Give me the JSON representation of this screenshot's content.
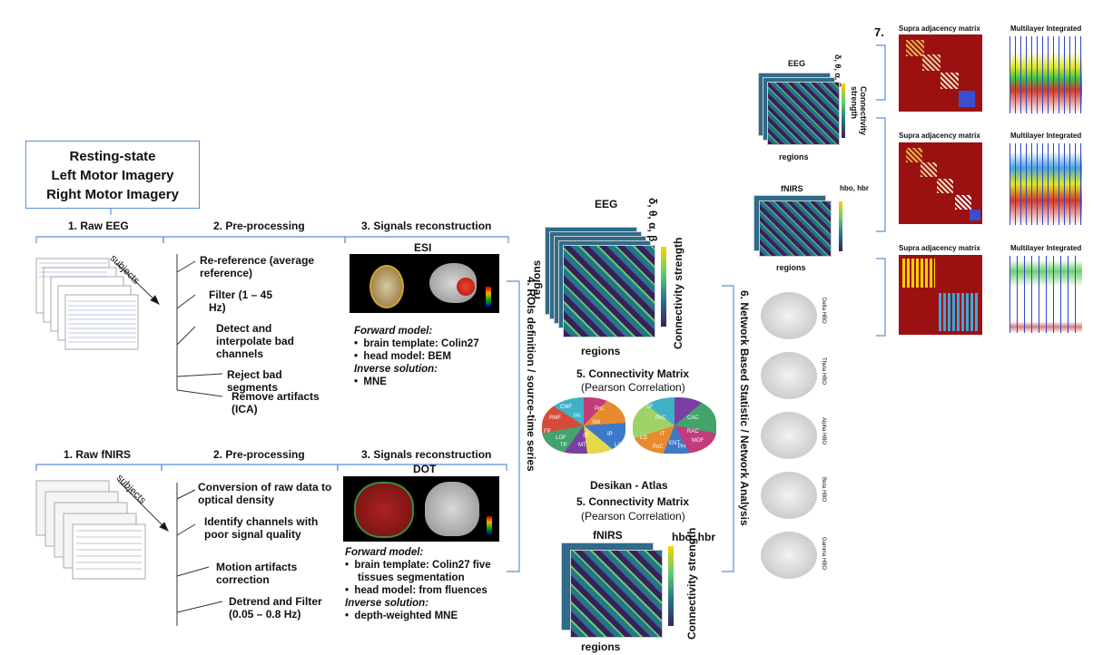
{
  "conditions": [
    "Resting-state",
    "Left Motor Imagery",
    "Right Motor Imagery"
  ],
  "eeg": {
    "raw_title": "1. Raw EEG",
    "subjects_label": "subjects",
    "pre_title": "2. Pre-processing",
    "pre_steps": [
      "Re-reference (average reference)",
      "Filter (1 – 45 Hz)",
      "Detect and interpolate bad channels",
      "Reject bad segments",
      "Remove artifacts (ICA)"
    ],
    "recon_title": "3. Signals reconstruction",
    "recon_method": "ESI",
    "forward_heading": "Forward model:",
    "forward_items": [
      "brain template: Colin27",
      "head model: BEM"
    ],
    "inverse_heading": "Inverse solution:",
    "inverse_items": [
      "MNE"
    ]
  },
  "fnirs": {
    "raw_title": "1. Raw fNIRS",
    "subjects_label": "subjects",
    "pre_title": "2. Pre-processing",
    "pre_steps": [
      "Conversion of raw data to optical density",
      "Identify channels with poor signal quality",
      "Motion artifacts correction",
      "Detrend and Filter (0.05 – 0.8 Hz)"
    ],
    "recon_title": "3. Signals reconstruction",
    "recon_method": "DOT",
    "forward_heading": "Forward model:",
    "forward_items": [
      "brain template: Colin27 five tissues segmentation",
      "head model: from fluences"
    ],
    "inverse_heading": "Inverse solution:",
    "inverse_items": [
      "depth-weighted MNE"
    ]
  },
  "roi_label": "4. ROIs definition / source-time series",
  "connectivity": {
    "title": "5. Connectivity Matrix",
    "subtitle": "(Pearson Correlation)",
    "atlas": "Desikan - Atlas",
    "eeg_label": "EEG",
    "eeg_bands": "δ, θ, α, β, γ",
    "fnirs_label": "fNIRS",
    "fnirs_bands": "hbo, hbr",
    "axis_label": "regions",
    "strength_label": "Connectivity strength",
    "atlas_regions": [
      "CMF",
      "RMF",
      "PA",
      "SM",
      "PrC",
      "SF",
      "PoC",
      "CAC",
      "IP",
      "ST",
      "MT",
      "LO",
      "FP",
      "RAC",
      "MOF",
      "TP",
      "LOF",
      "ENT",
      "PH",
      "LG",
      "PoC",
      "IT"
    ]
  },
  "network": {
    "title": "6. Network Based Statistic / Network Analysis",
    "bands": [
      "Delta HBO",
      "Theta HBO",
      "Alpha HBO",
      "Beta HBO",
      "Gamma HBO"
    ]
  },
  "multilayer": {
    "number": "7.",
    "eeg_label": "EEG",
    "eeg_bands": "δ, θ, α, β, γ",
    "fnirs_label": "fNIRS",
    "fnirs_bands": "hbo, hbr",
    "axis_label": "regions",
    "strength_label": "Connectivity strength",
    "supra_title": "Supra adjacency matrix",
    "integrated_title": "Multilayer Integrated"
  },
  "colors": {
    "bracket": "#5b8fd6",
    "matrix_dark": "#3b1f5c",
    "matrix_mid": "#2a8a8a",
    "matrix_light": "#5fcf6a",
    "supra_bg": "#9b1111",
    "highlight_yellow": "#ffd000"
  }
}
